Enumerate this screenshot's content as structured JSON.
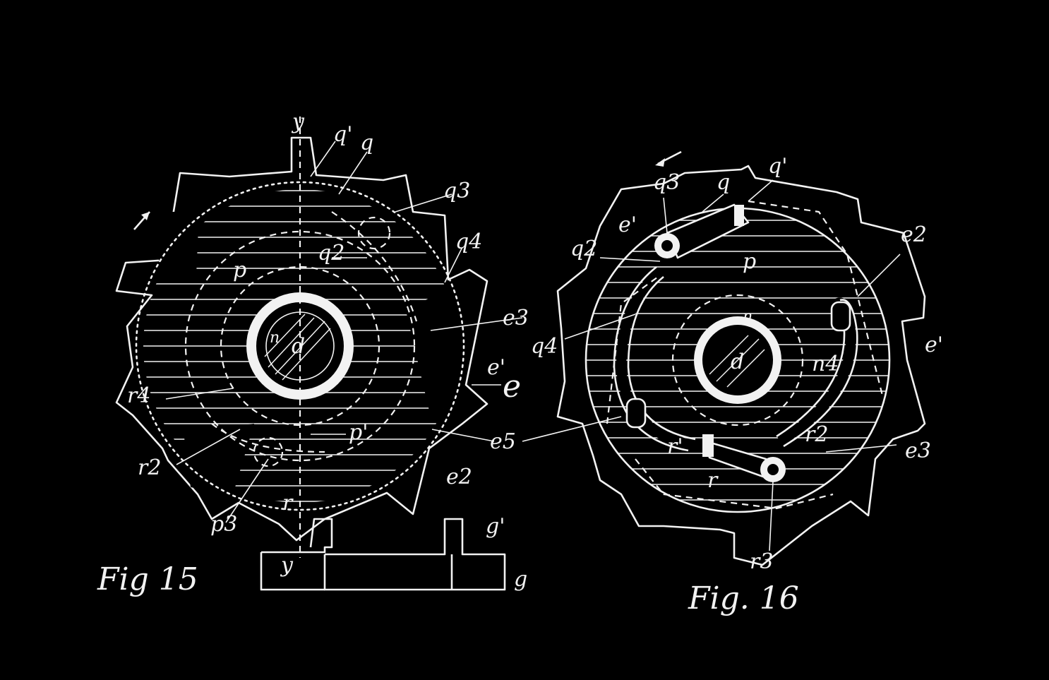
{
  "colors": {
    "background": "#000000",
    "ink": "#f2f2f2"
  },
  "fig15": {
    "caption": "Fig 15",
    "labels": {
      "y_top": "y",
      "q_prime": "q'",
      "q": "q",
      "q3": "q3",
      "q2": "q2",
      "q4": "q4",
      "p": "p",
      "n": "n",
      "d": "d",
      "e3": "e3",
      "e_prime": "e'",
      "e": "e",
      "e5": "e5",
      "e2": "e2",
      "r4": "r4",
      "r2": "r2",
      "p_prime": "p'",
      "p3": "p3",
      "r": "r",
      "y_bottom": "y",
      "g_prime": "g'",
      "g": "g"
    }
  },
  "fig16": {
    "caption": "Fig. 16",
    "labels": {
      "q3": "q3",
      "q": "q",
      "q_prime": "q'",
      "e_prime_top": "e'",
      "q2": "q2",
      "e2": "e2",
      "p": "p",
      "n": "n",
      "q4": "q4",
      "d": "d",
      "n4": "n4",
      "e_prime_right": "e'",
      "r1": "r'",
      "r2": "r2",
      "e3": "e3",
      "r": "r",
      "r3": "r3"
    }
  }
}
